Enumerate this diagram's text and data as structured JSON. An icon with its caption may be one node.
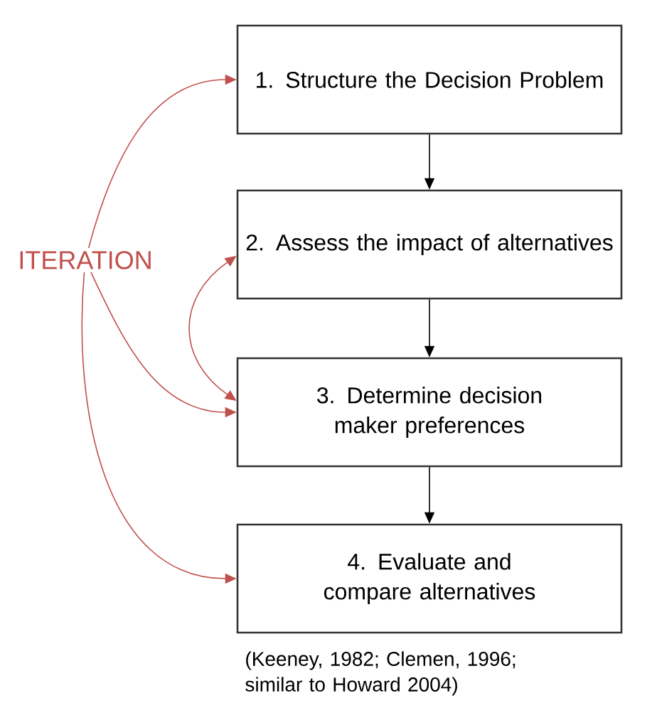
{
  "diagram": {
    "nodes": [
      {
        "text": [
          "1. Structure the Decision Problem"
        ]
      },
      {
        "text": [
          "2.  Assess the impact of alternatives"
        ]
      },
      {
        "text": [
          "3. Determine decision maker preferences"
        ]
      },
      {
        "text": [
          "4. Evaluate and compare alternatives"
        ]
      },
      {
        "text": [
          "ITERATION"
        ]
      }
    ],
    "edges": [
      {
        "from": 0,
        "to": 1,
        "arrow": "to",
        "color": "#000000"
      },
      {
        "from": 1,
        "to": 2,
        "arrow": "to",
        "color": "#000000"
      },
      {
        "from": 2,
        "to": 3,
        "arrow": "to",
        "color": "#000000"
      },
      {
        "from": 4,
        "to": 0,
        "arrow": "to",
        "color": "#c0504d"
      },
      {
        "from": 4,
        "to": 2,
        "arrow": "to",
        "color": "#c0504d"
      },
      {
        "from": 4,
        "to": 3,
        "arrow": "to",
        "color": "#c0504d"
      },
      {
        "from": 1,
        "to": 2,
        "arrow": "both",
        "color": "#c0504d"
      }
    ],
    "labels": [
      "(Keeney, 1982; Clemen, 1996; similar to Howard 2004)"
    ]
  }
}
